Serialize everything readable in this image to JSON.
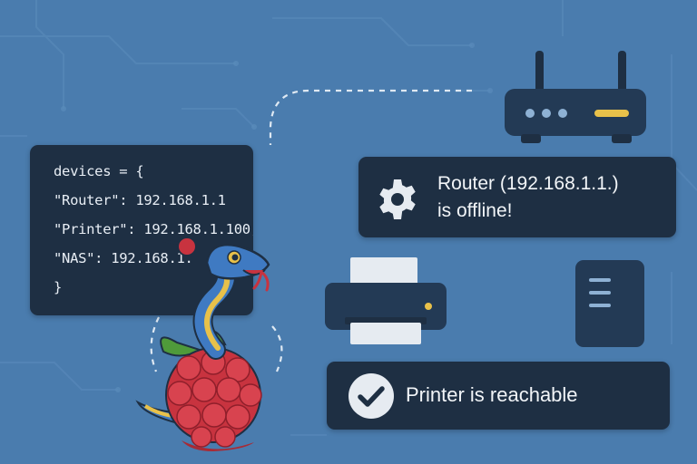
{
  "code": {
    "lines": [
      "devices = {",
      "\"Router\": 192.168.1.1",
      "\"Printer\": 192.168.1.100,",
      "\"NAS\": 192.168.1.",
      "}"
    ]
  },
  "alert": {
    "icon": "gear-icon",
    "line1": "Router (192.168.1.1.)",
    "line2": "is offline!"
  },
  "status": {
    "icon": "check-circle-icon",
    "text": "Printer is reachable"
  },
  "devices": [
    "router-icon",
    "printer-icon",
    "nas-icon"
  ],
  "colors": {
    "background": "#4a7cae",
    "card": "#1e2f43",
    "device": "#233a55",
    "accent_yellow": "#e8c14a",
    "text": "#f2f5f8"
  }
}
